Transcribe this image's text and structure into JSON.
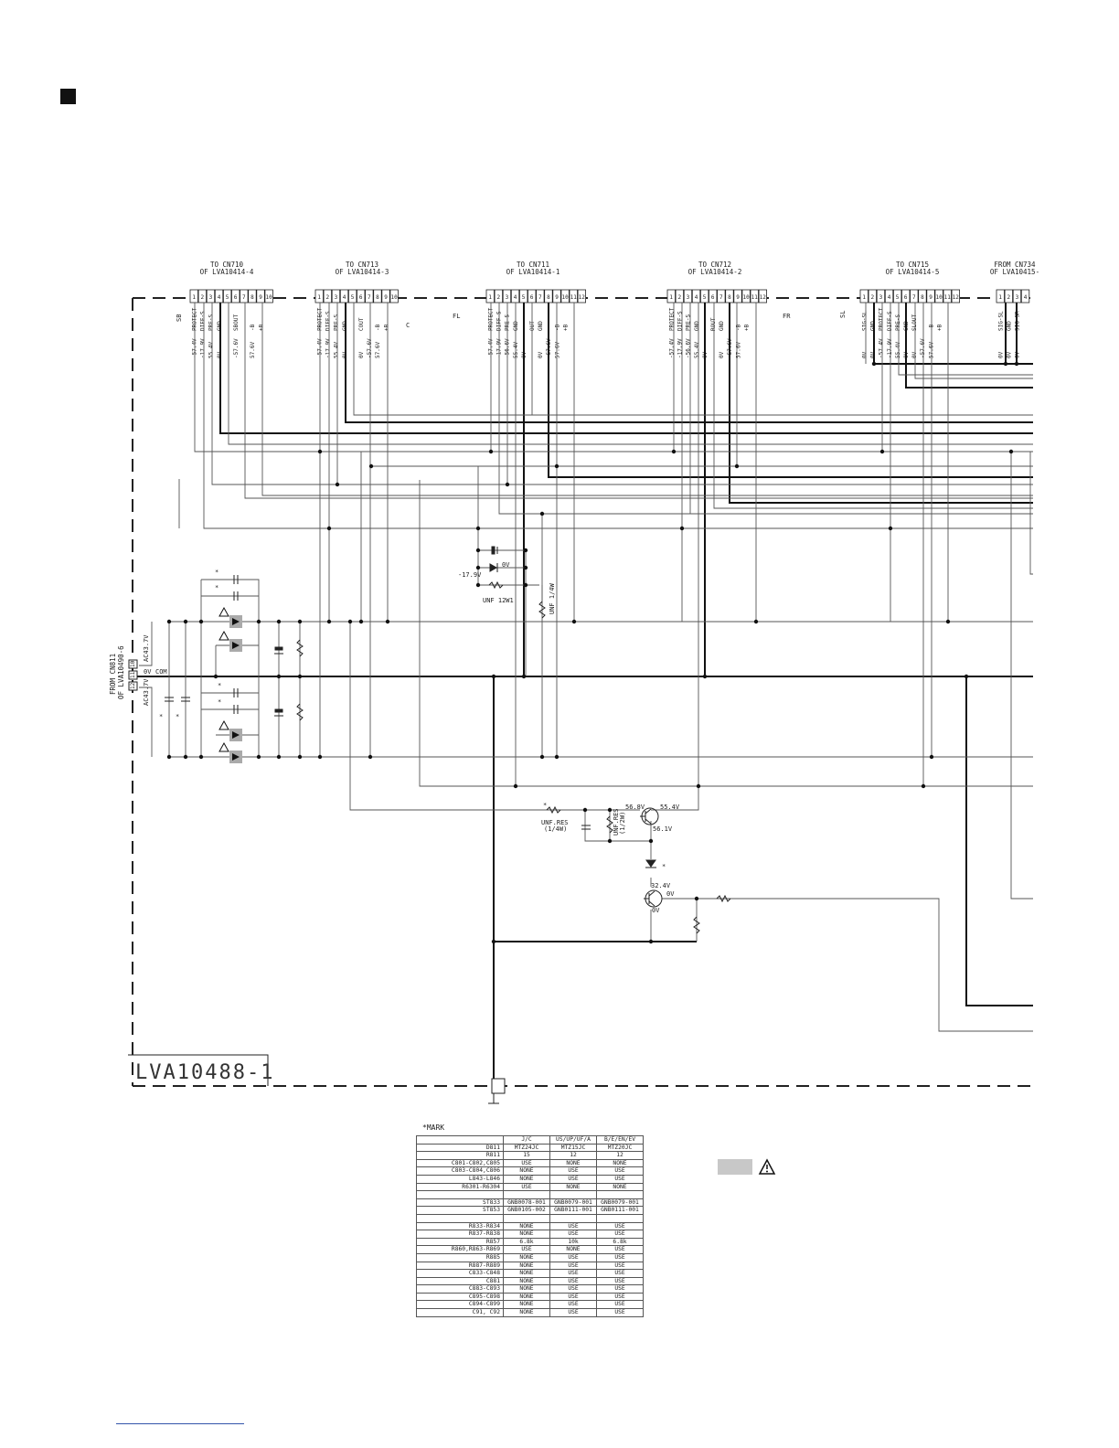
{
  "connectors": [
    {
      "id": "cn710",
      "header": [
        "TO CN710",
        "OF LVA10414-4"
      ],
      "pins": [
        "1",
        "2",
        "3",
        "4",
        "5",
        "6",
        "7",
        "8",
        "9",
        "10"
      ],
      "signals": [
        "PROTECT",
        "DIFF-S",
        "PRE-S",
        "GND",
        "",
        "SBOUT",
        "",
        "-B",
        "+B",
        ""
      ],
      "voltages": [
        "-57.4V",
        "-17.9V",
        "55.4V",
        "0V",
        "",
        "-57.6V",
        "",
        "57.6V",
        "",
        ""
      ],
      "section": "SB"
    },
    {
      "id": "cn713",
      "header": [
        "TO CN713",
        "OF LVA10414-3"
      ],
      "pins": [
        "1",
        "2",
        "3",
        "4",
        "5",
        "6",
        "7",
        "8",
        "9",
        "10"
      ],
      "signals": [
        "PROTECT",
        "DIFF-S",
        "PRE-S",
        "GND",
        "",
        "COUT",
        "",
        "-B",
        "+B",
        ""
      ],
      "voltages": [
        "-57.4V",
        "-17.9V",
        "55.4V",
        "0V",
        "",
        "0V",
        "-57.6V",
        "57.6V",
        "",
        ""
      ],
      "section": "C"
    },
    {
      "id": "cn711",
      "header": [
        "TO CN711",
        "OF LVA10414-1"
      ],
      "pins": [
        "1",
        "2",
        "3",
        "4",
        "5",
        "6",
        "7",
        "8",
        "9",
        "10",
        "11",
        "12"
      ],
      "signals": [
        "PROTECT",
        "DIFF-S",
        "PRE-S",
        "GND",
        "",
        "OUT",
        "GND",
        "",
        "-B",
        "+B",
        "",
        ""
      ],
      "voltages": [
        "-57.4V",
        "-17.9V",
        "-56.6V",
        "55.4V",
        "0V",
        "",
        "0V",
        "-57.6V",
        "57.6V",
        "",
        "",
        ""
      ],
      "section": "FL"
    },
    {
      "id": "cn712",
      "header": [
        "TO CN712",
        "OF LVA10414-2"
      ],
      "pins": [
        "1",
        "2",
        "3",
        "4",
        "5",
        "6",
        "7",
        "8",
        "9",
        "10",
        "11",
        "12"
      ],
      "signals": [
        "PROTECT",
        "DIFF-S",
        "PRE-S",
        "GND",
        "",
        "ROUT",
        "GND",
        "",
        "-B",
        "+B",
        "",
        ""
      ],
      "voltages": [
        "-57.4V",
        "-17.9V",
        "-56.6V",
        "55.4V",
        "0V",
        "",
        "0V",
        "-57.6V",
        "57.6V",
        "",
        "",
        ""
      ],
      "section": "FR"
    },
    {
      "id": "cn715",
      "header": [
        "TO CN715",
        "OF LVA10414-5"
      ],
      "pins": [
        "1",
        "2",
        "3",
        "4",
        "5",
        "6",
        "7",
        "8",
        "9",
        "10",
        "11",
        "12"
      ],
      "signals": [
        "SIG-SL",
        "GND",
        "PROTECT",
        "DIFF-S",
        "PRE-S",
        "GND",
        "SLOUT",
        "",
        "-B",
        "+B",
        "",
        ""
      ],
      "voltages": [
        "0V",
        "0V",
        "-57.4V",
        "-17.9V",
        "55.4V",
        "0V",
        "0V",
        "-57.6V",
        "57.6V",
        "",
        "",
        ""
      ],
      "section": "SL"
    },
    {
      "id": "cn734",
      "header": [
        "FROM CN734",
        "OF LVA10415-"
      ],
      "pins": [
        "1",
        "2",
        "3",
        "4"
      ],
      "signals": [
        "SIG-SL",
        "GND",
        "SIG-SR",
        ""
      ],
      "voltages": [
        "0V",
        "0V",
        "0V",
        ""
      ],
      "section": ""
    }
  ],
  "power_input": {
    "from": "FROM CN811",
    "of": "OF LVA10490-6",
    "plus_label": "AC43.7V",
    "zero_label": "0V",
    "com_label": "COM",
    "minus_label": "AC43.7V",
    "pins": [
      "10",
      "11",
      "12"
    ]
  },
  "annotations": {
    "v_neg17": "-17.9V",
    "v_0": "0V",
    "unf_12w": "UNF 12W1",
    "unf_1_4w": "UNF 1/4W",
    "unf_res": "UNF.RES",
    "unf_res_sub": "(1/4W)",
    "unf_res2": "UNF.RES",
    "unf_res2_sub": "(1/2W)",
    "v_56_8": "56.8V",
    "v_55_4": "55.4V",
    "v_56_1": "56.1V",
    "v_32_4": "32.4V",
    "v_0b": "0V",
    "v_0c": "0V",
    "star": "*"
  },
  "board_label": "LVA10488-1",
  "mark_table": {
    "title": "*MARK",
    "columns": [
      "",
      "J/C",
      "US/UP/UF/A",
      "B/E/EN/EV"
    ],
    "rows": [
      [
        "D811",
        "MTZ24JC",
        "MTZ15JC",
        "MTZ20JC"
      ],
      [
        "R811",
        "15",
        "12",
        "12"
      ],
      [
        "C801-C802,C805",
        "USE",
        "NONE",
        "NONE"
      ],
      [
        "C803-C804,C806",
        "NONE",
        "USE",
        "USE"
      ],
      [
        "L843-L846",
        "NONE",
        "USE",
        "USE"
      ],
      [
        "R6301-R6304",
        "USE",
        "NONE",
        "NONE"
      ],
      [
        "",
        "",
        "",
        ""
      ],
      [
        "ST833",
        "GNB0078-001",
        "GNB0079-001",
        "GNB0079-001"
      ],
      [
        "ST853",
        "GNB0105-002",
        "GNB0111-001",
        "GNB0111-001"
      ],
      [
        "",
        "",
        "",
        ""
      ],
      [
        "R833-R834",
        "NONE",
        "USE",
        "USE"
      ],
      [
        "R837-R838",
        "NONE",
        "USE",
        "USE"
      ],
      [
        "R857",
        "6.8k",
        "10k",
        "6.8k"
      ],
      [
        "R860,R863-R869",
        "USE",
        "NONE",
        "USE"
      ],
      [
        "R885",
        "NONE",
        "USE",
        "USE"
      ],
      [
        "R887-R889",
        "NONE",
        "USE",
        "USE"
      ],
      [
        "C833-C848",
        "NONE",
        "USE",
        "USE"
      ],
      [
        "C881",
        "NONE",
        "USE",
        "USE"
      ],
      [
        "C883-C893",
        "NONE",
        "USE",
        "USE"
      ],
      [
        "C895-C898",
        "NONE",
        "USE",
        "USE"
      ],
      [
        "C894-C899",
        "NONE",
        "USE",
        "USE"
      ],
      [
        "C91, C92",
        "NONE",
        "USE",
        "USE"
      ]
    ]
  },
  "colors": {
    "line": "#222222",
    "thin": "#555555",
    "shade": "#c8c8c8",
    "link": "#3355aa"
  }
}
